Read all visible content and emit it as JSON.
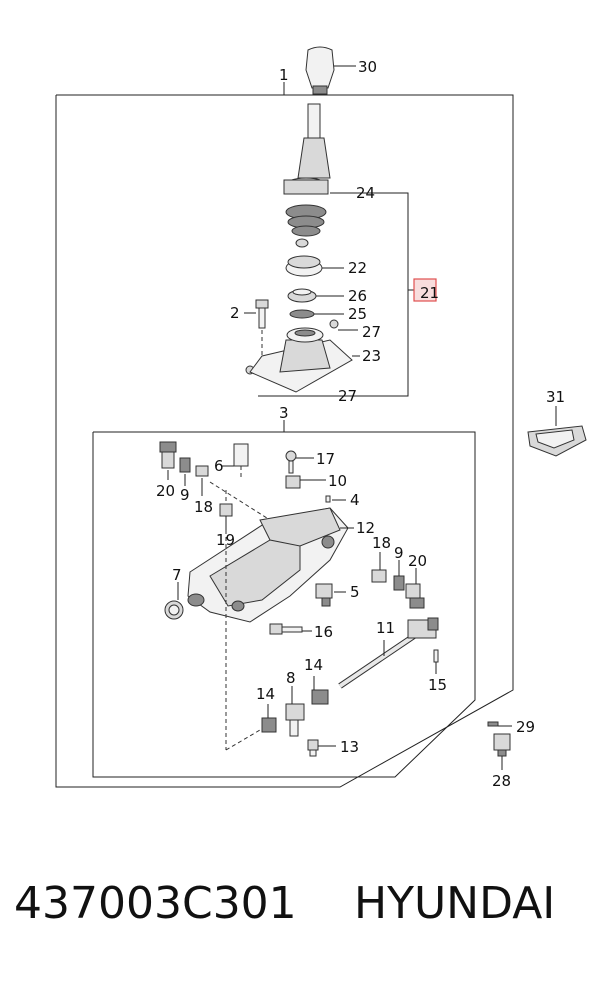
{
  "callouts": {
    "c1": "1",
    "c2": "2",
    "c3": "3",
    "c4": "4",
    "c5": "5",
    "c6": "6",
    "c7": "7",
    "c8": "8",
    "c9a": "9",
    "c9b": "9",
    "c10": "10",
    "c11": "11",
    "c12": "12",
    "c13": "13",
    "c14a": "14",
    "c14b": "14",
    "c15": "15",
    "c16": "16",
    "c17": "17",
    "c18a": "18",
    "c18b": "18",
    "c19": "19",
    "c20a": "20",
    "c20b": "20",
    "c21": "21",
    "c22": "22",
    "c23": "23",
    "c24": "24",
    "c25": "25",
    "c26": "26",
    "c27a": "27",
    "c27b": "27",
    "c28": "28",
    "c29": "29",
    "c30": "30",
    "c31": "31"
  },
  "footer": {
    "part_number": "437003C301",
    "brand": "HYUNDAI"
  },
  "colors": {
    "highlight_box": "#e05050",
    "line": "#222222"
  }
}
